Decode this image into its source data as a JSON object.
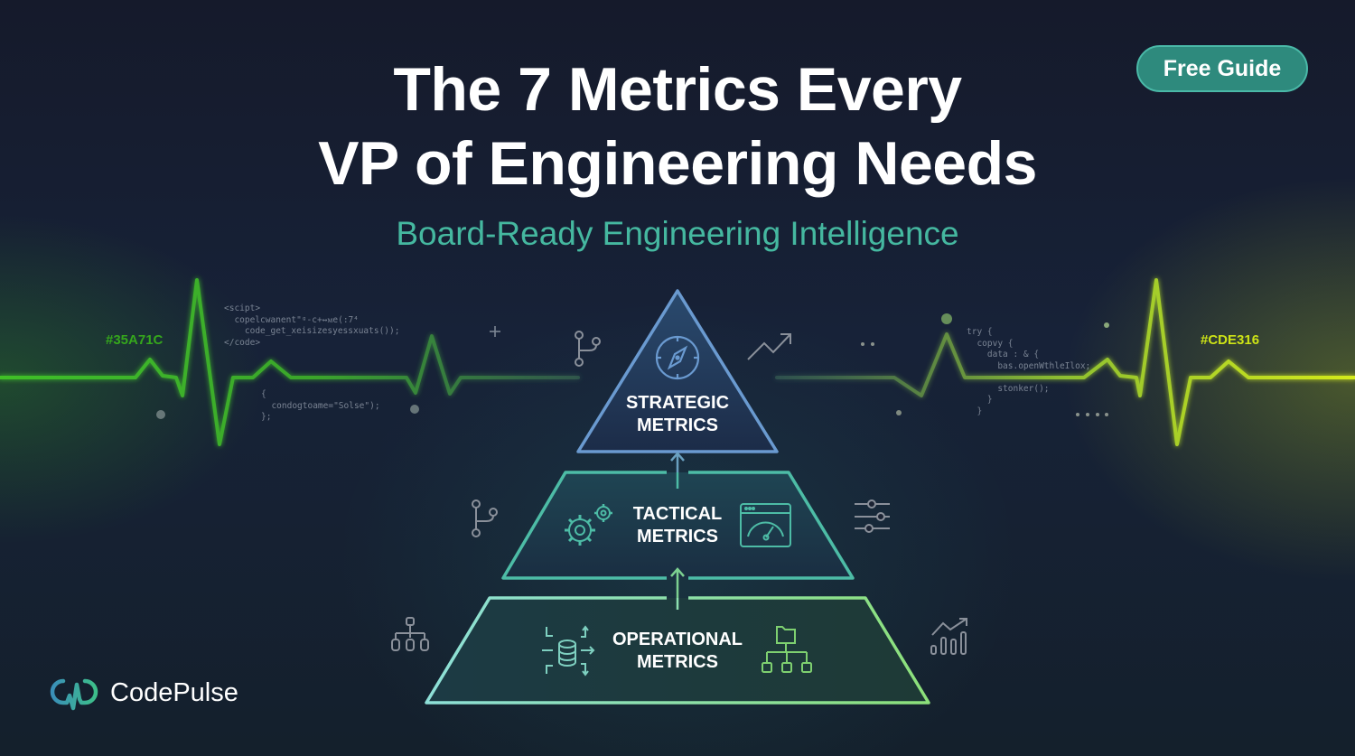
{
  "header": {
    "title_line1": "The 7 Metrics Every",
    "title_line2": "VP of Engineering Needs",
    "subtitle": "Board-Ready Engineering Intelligence",
    "badge": "Free Guide"
  },
  "pulse": {
    "left_hex": "#35A71C",
    "right_hex": "#CDE316",
    "left_color": "#35A71C",
    "right_color": "#CDE316"
  },
  "code_snippets": {
    "left_top": "<scipt>\n  copelcwanent\"ᵍ-c+↔ᴍe(:7⁴\n    code_get_xeisizesyessxuats());\n</code>",
    "left_bottom": "{\n  condogtoame=\"Solse\");\n};",
    "right": "try {\n  copvy {\n    data : & {\n      bas.openWthleIlox;\n\n      stonker();\n    }\n  }"
  },
  "pyramid": {
    "tiers": [
      {
        "line1": "STRATEGIC",
        "line2": "METRICS",
        "icons": [
          "compass-icon"
        ]
      },
      {
        "line1": "TACTICAL",
        "line2": "METRICS",
        "icons": [
          "gears-icon",
          "dashboard-gauge-icon"
        ]
      },
      {
        "line1": "OPERATIONAL",
        "line2": "METRICS",
        "icons": [
          "database-flow-icon",
          "folder-hierarchy-icon"
        ]
      }
    ]
  },
  "decorative_icons": [
    "plus-icon",
    "git-branch-icon",
    "trend-up-icon",
    "sliders-icon",
    "org-chart-icon",
    "bar-chart-trend-icon"
  ],
  "brand": {
    "name": "CodePulse"
  }
}
